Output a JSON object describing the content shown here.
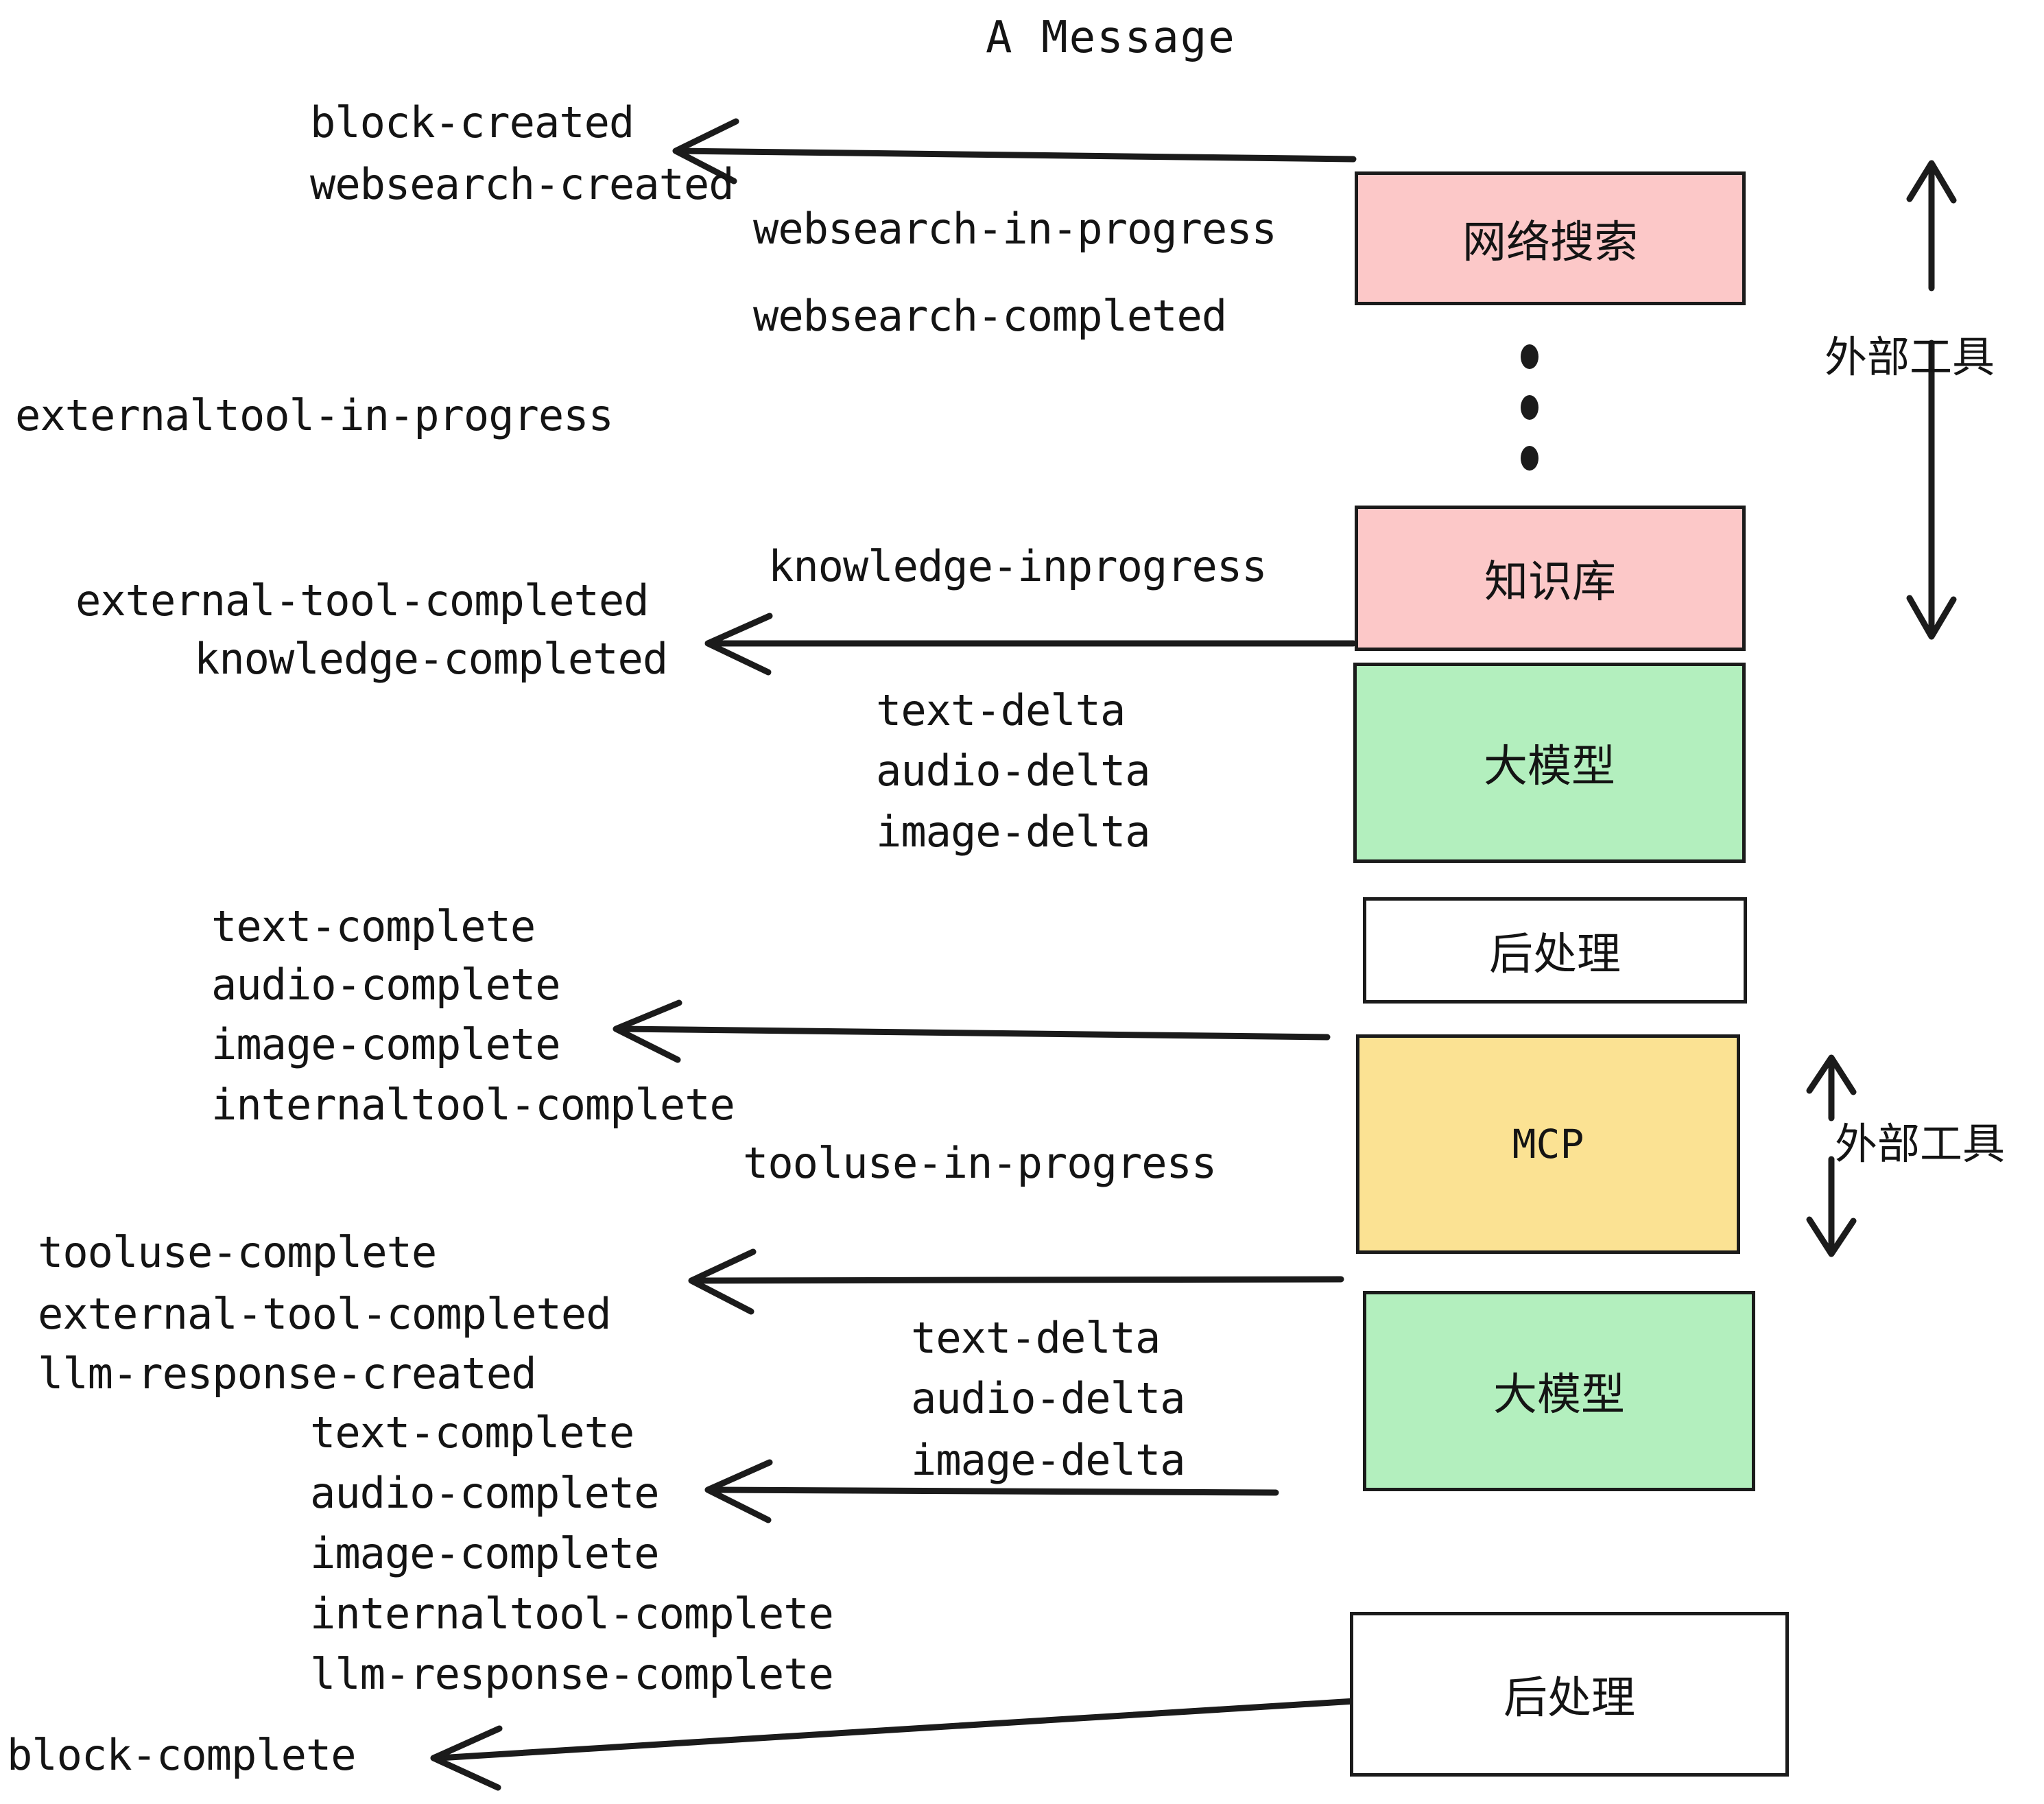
{
  "diagram": {
    "title": "A Message",
    "colors": {
      "external_tool_fill": "#fcc8c8",
      "llm_fill": "#b3efbe",
      "mcp_fill": "#fbe293",
      "postprocess_fill": "#ffffff",
      "stroke": "#1b1b1b",
      "text": "#141414"
    },
    "nodes": [
      {
        "id": "websearch",
        "label": "网络搜索",
        "fill": "#fcc8c8"
      },
      {
        "id": "knowledge",
        "label": "知识库",
        "fill": "#fcc8c8"
      },
      {
        "id": "llm-1",
        "label": "大模型",
        "fill": "#b3efbe"
      },
      {
        "id": "postproc-1",
        "label": "后处理",
        "fill": "#ffffff"
      },
      {
        "id": "mcp",
        "label": "MCP",
        "fill": "#fbe293"
      },
      {
        "id": "llm-2",
        "label": "大模型",
        "fill": "#b3efbe"
      },
      {
        "id": "postproc-2",
        "label": "后处理",
        "fill": "#ffffff"
      }
    ],
    "side_labels": [
      {
        "id": "external-tool-top",
        "label": "外部工具"
      },
      {
        "id": "external-tool-bottom",
        "label": "外部工具"
      }
    ],
    "events": {
      "block_created": "block-created",
      "websearch_created": "websearch-created",
      "websearch_in_progress": "websearch-in-progress",
      "websearch_completed": "websearch-completed",
      "externaltool_in_progress": "externaltool-in-progress",
      "knowledge_inprogress": "knowledge-inprogress",
      "external_tool_completed_1": "external-tool-completed",
      "knowledge_completed": "knowledge-completed",
      "text_delta_1": "text-delta",
      "audio_delta_1": "audio-delta",
      "image_delta_1": "image-delta",
      "text_complete_1": "text-complete",
      "audio_complete_1": "audio-complete",
      "image_complete_1": "image-complete",
      "internaltool_complete_1": "internaltool-complete",
      "tooluse_in_progress": "tooluse-in-progress",
      "tooluse_complete": "tooluse-complete",
      "external_tool_completed_2": "external-tool-completed",
      "llm_response_created": "llm-response-created",
      "text_delta_2": "text-delta",
      "audio_delta_2": "audio-delta",
      "image_delta_2": "image-delta",
      "text_complete_2": "text-complete",
      "audio_complete_2": "audio-complete",
      "image_complete_2": "image-complete",
      "internaltool_complete_2": "internaltool-complete",
      "llm_response_complete": "llm-response-complete",
      "block_complete": "block-complete"
    }
  }
}
